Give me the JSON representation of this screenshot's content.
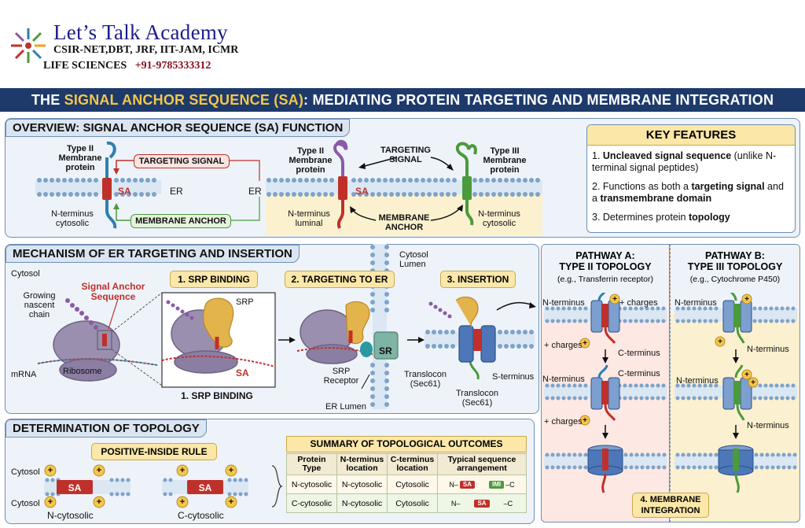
{
  "header": {
    "academy": "Let’s Talk Academy",
    "line1": "CSIR-NET,DBT, JRF, IIT-JAM, ICMR",
    "line2": "LIFE SCIENCES",
    "phone": "+91-9785333312"
  },
  "banner": {
    "prefix": "THE ",
    "highlight": "SIGNAL ANCHOR SEQUENCE (SA)",
    "suffix": ": MEDIATING PROTEIN TARGETING AND MEMBRANE INTEGRATION"
  },
  "overview": {
    "title": "OVERVIEW: SIGNAL ANCHOR SEQUENCE (SA) FUNCTION",
    "left_type": "Type II\nMembrane\nprotein",
    "left_nterm": "N-terminus\ncytosolic",
    "targeting_signal_label": "TARGETING SIGNAL",
    "membrane_anchor_label": "MEMBRANE ANCHOR",
    "sa": "SA",
    "er_left": "ER",
    "er_right": "ER",
    "mid_type": "Type II\nMembrane\nprotein",
    "mid_nterm": "N-terminus\nluminal",
    "center_targeting": "TARGETING\nSIGNAL",
    "center_anchor": "MEMBRANE\nANCHOR",
    "right_type": "Type III\nMembrane\nprotein",
    "right_nterm": "N-terminus\ncytosolic"
  },
  "key_features": {
    "title": "KEY FEATURES",
    "items": [
      {
        "num": "1. ",
        "bold": "Uncleaved signal sequence",
        "rest": " (unlike N-terminal signal peptides)"
      },
      {
        "num": "2. ",
        "pre": "Functions as both a ",
        "bold": "targeting signal",
        "mid": " and a ",
        "bold2": "transmembrane domain"
      },
      {
        "num": "3. ",
        "pre": "Determines protein ",
        "bold": "topology"
      }
    ]
  },
  "mechanism": {
    "title": "MECHANISM OF ER TARGETING AND INSERTION",
    "cytosol": "Cytosol",
    "growing": "Growing\nnascent\nchain",
    "sa_label": "Signal Anchor\nSequence",
    "mrna": "mRNA",
    "ribosome": "Ribosome",
    "step1": "1. SRP BINDING",
    "step1_caption": "1. SRP BINDING",
    "srp": "SRP",
    "sa": "SA",
    "step2": "2. TARGETING TO ER",
    "sr": "SR",
    "srp_receptor": "SRP\nReceptor",
    "translocon1": "Translocon\n(Sec61)",
    "er_lumen": "ER Lumen",
    "cytosol_lumen": "Cytosol\nLumen",
    "step3": "3. INSERTION",
    "s_terminus": "S-terminus",
    "translocon2": "Translocon\n(Sec61)"
  },
  "pathway_a": {
    "title": "PATHWAY A:\nTYPE II TOPOLOGY",
    "sub": "(e.g., Transferrin receptor)",
    "nterm1": "N-terminus",
    "charges1": "+ charges",
    "charges2": "+ charges",
    "cterm1": "C-terminus",
    "nterm2": "N-terminus",
    "cterm2": "C-terminus",
    "charges3": "+ charges"
  },
  "pathway_b": {
    "title": "PATHWAY B:\nTYPE III TOPOLOGY",
    "sub": "(e.g., Cytochrome P450)",
    "nterm1": "N-terminus",
    "nterm2": "N-terminus",
    "nterm3": "N-terminus",
    "nterm4": "N-terminus"
  },
  "membrane_integration": "4. MEMBRANE\nINTEGRATION",
  "topology": {
    "title": "DETERMINATION OF TOPOLOGY",
    "rule": "POSITIVE-INSIDE RULE",
    "cytosol_top": "Cytosol",
    "cytosol_bottom": "Cytosol",
    "n_cytosolic": "N-cytosolic",
    "c_cytosolic": "C-cytosolic",
    "sa": "SA",
    "plus": "+"
  },
  "summary": {
    "title": "SUMMARY OF TOPOLOGICAL OUTCOMES",
    "headers": [
      "Protein\nType",
      "N-terminus\nlocation",
      "C-terminus\nlocation",
      "Typical sequence\narrangement"
    ],
    "rows": [
      {
        "type": "N-cytosolic",
        "n": "N-cytosolic",
        "c": "Cytosolic",
        "seq_n": "N–",
        "seq_b1": "SA",
        "seq_b2": "IMI",
        "seq_c": "–C"
      },
      {
        "type": "C-cytosolic",
        "n": "N-cytosolic",
        "c": "Cytosolic",
        "seq_n": "N–",
        "seq_b1": "SA",
        "seq_b2": "",
        "seq_c": "–C"
      }
    ]
  },
  "colors": {
    "navy": "#1d3a6b",
    "sa_red": "#c0302b",
    "anchor_green": "#4b9a3c",
    "gold": "#f4c64a",
    "protein_blue": "#2f7fb0",
    "purple": "#8b5aa8"
  }
}
